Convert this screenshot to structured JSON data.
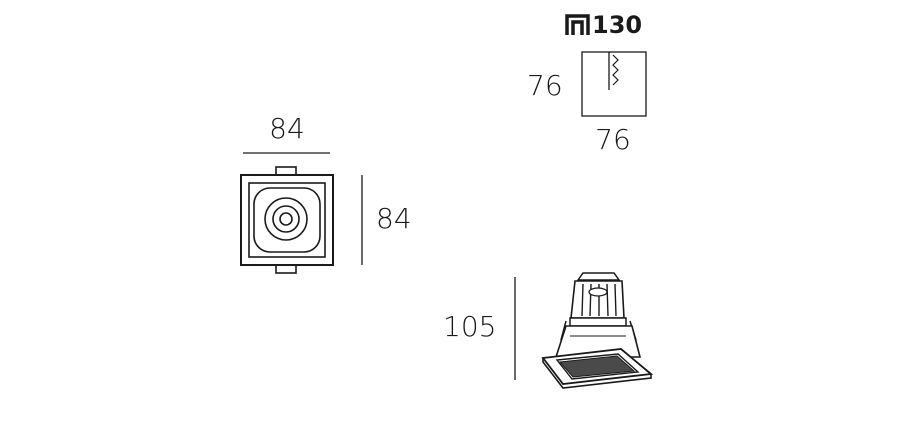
{
  "front_view": {
    "width_label": "84",
    "height_label": "84"
  },
  "cutout": {
    "depth_label": "130",
    "height_label": "76",
    "width_label": "76"
  },
  "side_view": {
    "height_label": "105"
  },
  "colors": {
    "stroke": "#1a1a1a",
    "background": "#ffffff",
    "shadow": "#4a4a4a"
  }
}
